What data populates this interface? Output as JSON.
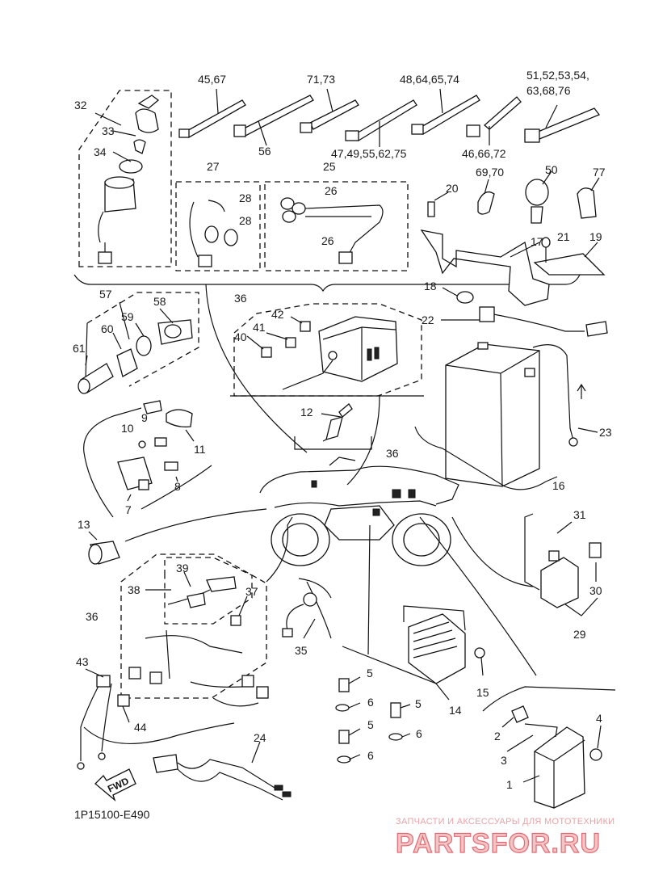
{
  "diagram_code": "1P15100-E490",
  "fwd_label": "FWD",
  "watermark": {
    "tagline": "ЗАПЧАСТИ И АКСЕССУАРЫ ДЛЯ МОТОТЕХНИКИ",
    "brand": "PARTSFOR.RU"
  },
  "callouts": {
    "c1": "1",
    "c2": "2",
    "c3": "3",
    "c4": "4",
    "c5a": "5",
    "c5b": "5",
    "c5c": "5",
    "c6a": "6",
    "c6b": "6",
    "c6c": "6",
    "c7": "7",
    "c8": "8",
    "c9": "9",
    "c10": "10",
    "c11": "11",
    "c12": "12",
    "c13": "13",
    "c14": "14",
    "c15": "15",
    "c16": "16",
    "c17": "17",
    "c18": "18",
    "c19": "19",
    "c20": "20",
    "c21": "21",
    "c22": "22",
    "c23": "23",
    "c24": "24",
    "c25": "25",
    "c26a": "26",
    "c26b": "26",
    "c27": "27",
    "c28a": "28",
    "c28b": "28",
    "c29": "29",
    "c30": "30",
    "c31": "31",
    "c32": "32",
    "c33": "33",
    "c34": "34",
    "c35": "35",
    "c36a": "36",
    "c36b": "36",
    "c36c": "36",
    "c37": "37",
    "c38": "38",
    "c39": "39",
    "c40": "40",
    "c41": "41",
    "c42": "42",
    "c43": "43",
    "c44": "44",
    "c45": "45,67",
    "c46": "46,66,72",
    "c47": "47,49,55,62,75",
    "c48": "48,64,65,74",
    "c51a": "51,52,53,54,",
    "c51b": "63,68,76",
    "c56": "56",
    "c57": "57",
    "c58": "58",
    "c59": "59",
    "c60": "60",
    "c61": "61",
    "c50": "50",
    "c69": "69,70",
    "c71": "71,73",
    "c77": "77"
  }
}
